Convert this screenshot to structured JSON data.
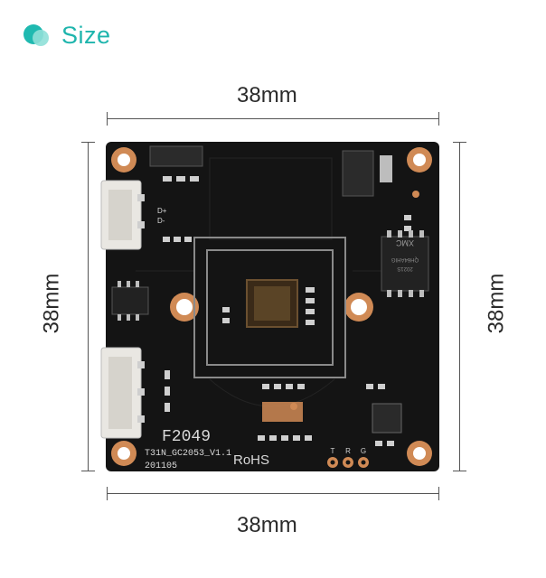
{
  "header": {
    "title": "Size"
  },
  "dimensions": {
    "top": "38mm",
    "bottom": "38mm",
    "left": "38mm",
    "right": "38mm"
  },
  "board": {
    "silkscreen_model": "T31N_GC2053_V1.1",
    "silkscreen_date": "201105",
    "silkscreen_code": "F2049",
    "silkscreen_rohs": "RoHS",
    "pad_labels": [
      "T",
      "R",
      "G"
    ],
    "conn_labels": [
      "D+",
      "D-"
    ],
    "chip_text_1": "XMC",
    "chip_text_2": "QH64AHIG",
    "chip_text_3": "2021S",
    "colors": {
      "pcb": "#141414",
      "copper": "#d08a55",
      "trace": "#3a3a3a",
      "silk": "#d9d9d9",
      "connector": "#e9e7e2"
    }
  }
}
